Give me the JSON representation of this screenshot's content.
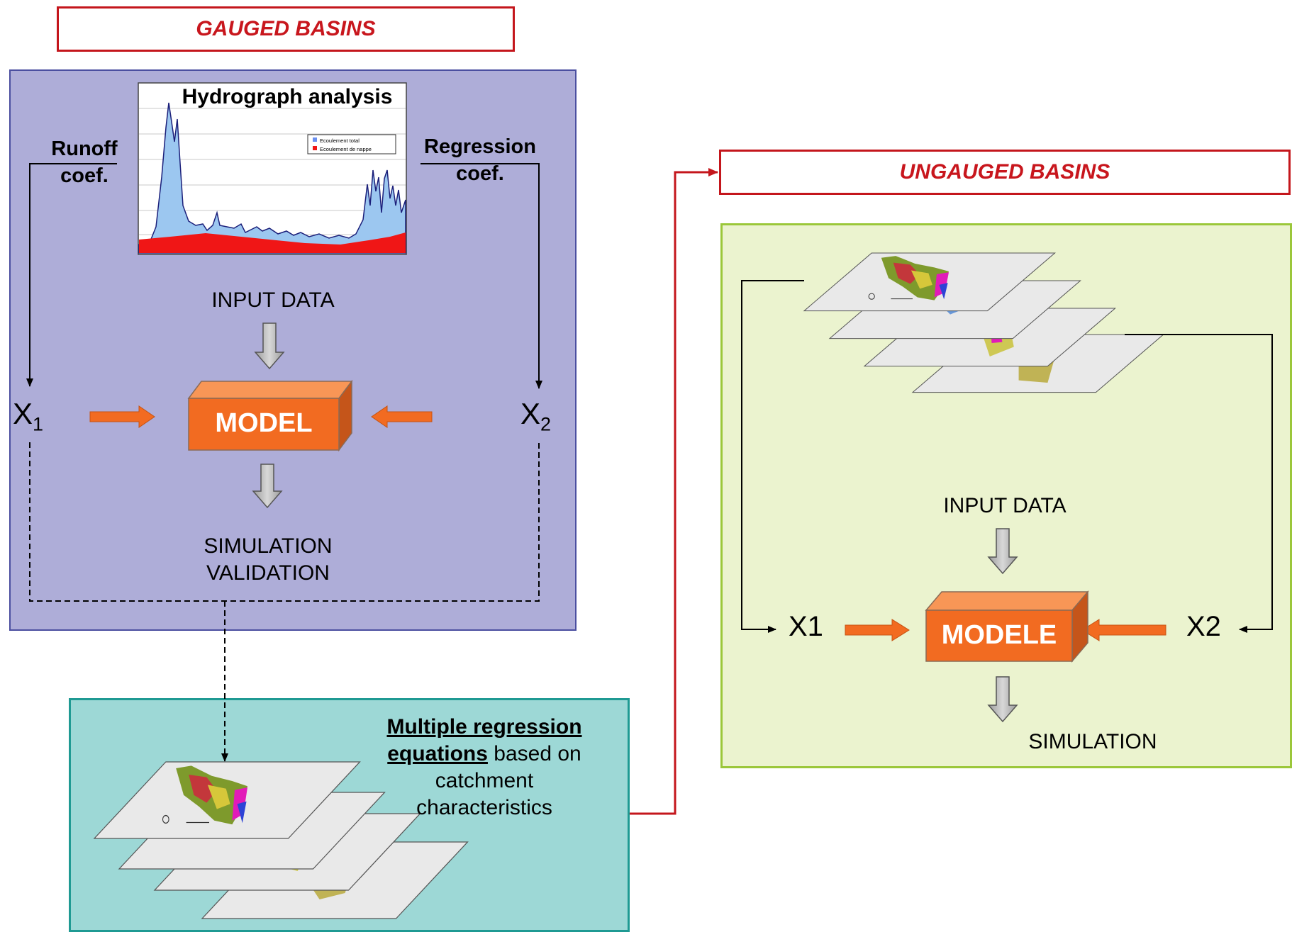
{
  "gauged": {
    "title": "GAUGED BASINS",
    "hydrograph_title": "Hydrograph analysis",
    "legend_total": "Ecoulement total",
    "legend_nappe": "Ecoulement de nappe",
    "runoff_label": "Runoff\ncoef.",
    "regression_label": "Regression\ncoef.",
    "input_data": "INPUT DATA",
    "model": "MODEL",
    "x1_base": "X",
    "x1_sub": "1",
    "x2_base": "X",
    "x2_sub": "2",
    "simulation_validation": "SIMULATION\nVALIDATION"
  },
  "regression": {
    "text_underlined": "Multiple regression equations",
    "text_rest": "based on catchment characteristics"
  },
  "ungauged": {
    "title": "UNGAUGED BASINS",
    "input_data": "INPUT DATA",
    "model": "MODELE",
    "x1": "X1",
    "x2": "X2",
    "simulation": "SIMULATION"
  },
  "colors": {
    "title_red": "#c8161d",
    "gauged_bg": "#aeadd8",
    "regression_bg": "#9dd8d6",
    "ungauged_bg": "#ebf3cf",
    "model_orange": "#f26b21",
    "hydro_blue": "#9cc7f0",
    "hydro_red": "#f01616"
  },
  "icons": [
    "map-layer-stack",
    "hydrograph-chart",
    "model-box",
    "flow-arrow"
  ]
}
